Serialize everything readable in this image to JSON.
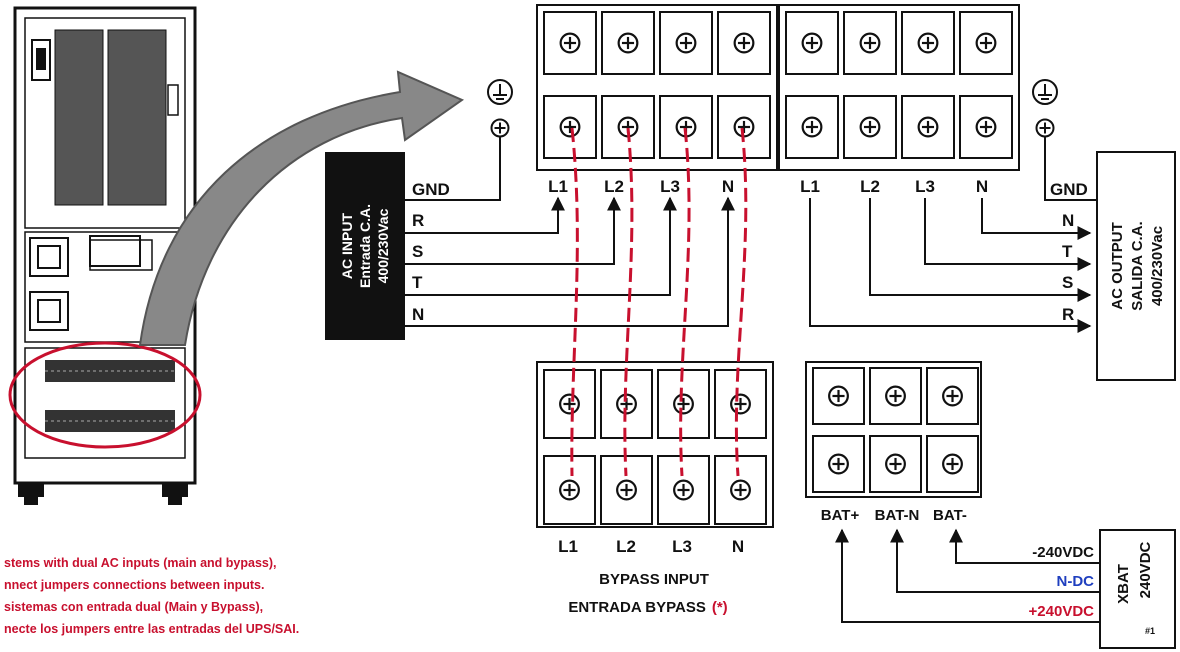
{
  "ac_input": {
    "title": "AC INPUT",
    "subtitle": "Entrada C.A.",
    "voltage": "400/230Vac",
    "wires": [
      "GND",
      "R",
      "S",
      "T",
      "N"
    ]
  },
  "main_terminals": {
    "labels": [
      "L1",
      "L2",
      "L3",
      "N"
    ]
  },
  "output_terminals": {
    "labels": [
      "L1",
      "L2",
      "L3",
      "N"
    ]
  },
  "ac_output": {
    "title": "AC OUTPUT",
    "subtitle": "SALIDA C.A.",
    "voltage": "400/230Vac",
    "wires": [
      "GND",
      "N",
      "T",
      "S",
      "R"
    ]
  },
  "bypass": {
    "labels": [
      "L1",
      "L2",
      "L3",
      "N"
    ],
    "title": "BYPASS INPUT",
    "subtitle": "ENTRADA BYPASS",
    "marker": "(*)"
  },
  "battery": {
    "labels": [
      "BAT+",
      "BAT-N",
      "BAT-"
    ],
    "wires": [
      "-240VDC",
      "N-DC",
      "+240VDC"
    ],
    "wire_colors": [
      "#111111",
      "#1f3fbf",
      "#c8102e"
    ],
    "box_title": "XBAT",
    "box_voltage": "240VDC",
    "box_note": "#1"
  },
  "note_lines": [
    "stems with dual AC inputs (main and bypass),",
    "nnect jumpers connections between inputs.",
    "sistemas con entrada dual (Main y Bypass),",
    "necte los jumpers entre las entradas del UPS/SAI."
  ],
  "colors": {
    "jumper": "#c8102e",
    "ink": "#111111",
    "ground_symbol": "#111111"
  }
}
